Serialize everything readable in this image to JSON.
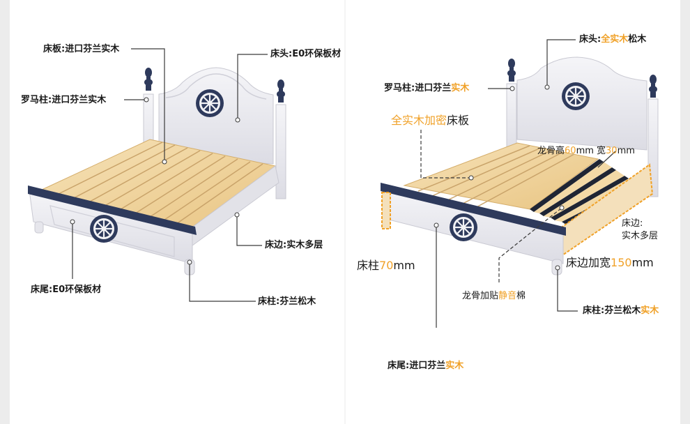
{
  "colors": {
    "navy": "#2e3a5c",
    "white_wood": "#e9e9ef",
    "slat_wood": "#f3d9a6",
    "accent_orange": "#f0a128",
    "leader_line": "#3a3a3a"
  },
  "left_labels": {
    "slats": "床板:进口芬兰实木",
    "headboard": "床头:E0环保板材",
    "roman_post": "罗马柱:进口芬兰实木",
    "side_rail": "床边:实木多层",
    "footboard": "床尾:E0环保板材",
    "leg": "床柱:芬兰松木"
  },
  "right_labels": {
    "headboard_prefix": "床头:",
    "headboard_highlight": "全实木",
    "headboard_suffix": "松木",
    "roman_post_prefix": "罗马柱:进口芬兰",
    "roman_post_highlight": "实木",
    "slats_highlight": "全实木加密",
    "slats_suffix": "床板",
    "joist_prefix": "龙骨高",
    "joist_height": "60",
    "joist_mid": "mm 宽",
    "joist_width": "30",
    "joist_unit": "mm",
    "side_rail_line1": "床边:",
    "side_rail_line2": "实木多层",
    "post_prefix": "床柱",
    "post_value": "70",
    "post_unit": "mm",
    "rail_width_prefix": "床边加宽",
    "rail_width_value": "150",
    "rail_width_unit": "mm",
    "joist_pad_prefix": "龙骨加贴",
    "joist_pad_highlight": "静音",
    "joist_pad_suffix": "棉",
    "leg_prefix": "床柱:芬兰松木",
    "leg_highlight": "实木",
    "footboard_prefix": "床尾:进口芬兰",
    "footboard_highlight": "实木"
  }
}
